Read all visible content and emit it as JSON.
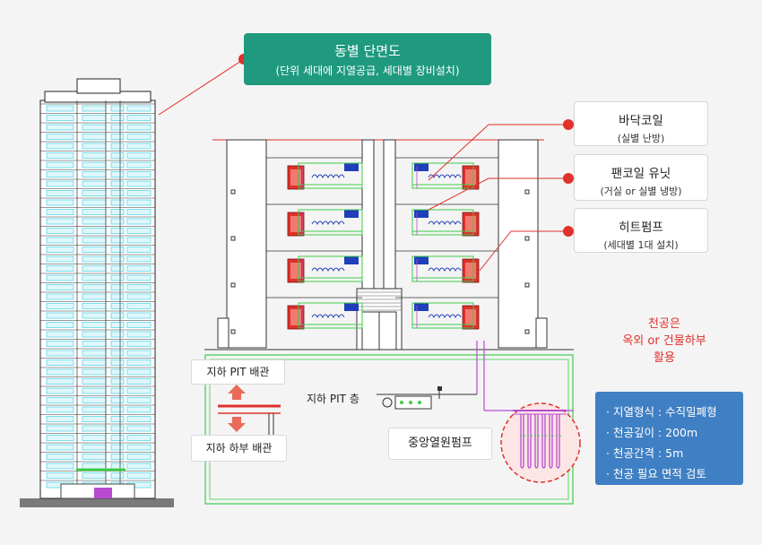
{
  "header": {
    "title": "동별 단면도",
    "subtitle": "(단위 세대에 지열공급, 세대별 장비설치)"
  },
  "callouts": {
    "floor_coil": {
      "title": "바닥코일",
      "sub": "(실별 난방)"
    },
    "fan_coil": {
      "title": "팬코일 유닛",
      "sub": "(거실 or 실별 냉방)"
    },
    "heat_pump": {
      "title": "히트펌프",
      "sub": "(세대별 1대 설치)"
    }
  },
  "labels": {
    "pit_pipe": "지하 PIT 배관",
    "pit_floor": "지하 PIT 층",
    "lower_pipe": "지하 하부 배관",
    "central_pump": "중앙열원펌프"
  },
  "note": {
    "line1": "천공은",
    "line2": "옥외 or 건물하부",
    "line3": "활용"
  },
  "spec": {
    "items": [
      "지열형식 : 수직밀폐형",
      "천공깊이 : 200m",
      "천공간격 : 5m",
      "천공 필요 면적 검토"
    ]
  },
  "colors": {
    "title_bg": "#1f9a7e",
    "spec_bg": "#3f7fc3",
    "accent_red": "#e0312b",
    "pipe_green": "#3ecb4a",
    "pipe_purple": "#b84bd0",
    "glass_cyan": "#5cd6e8"
  }
}
